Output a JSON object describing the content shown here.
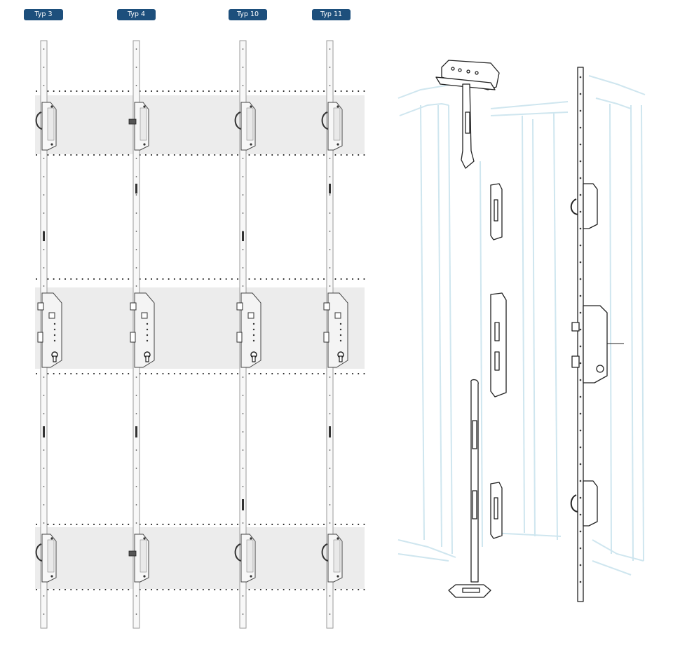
{
  "types": [
    {
      "label": "Typ 3",
      "latch": "hook"
    },
    {
      "label": "Typ 4",
      "latch": "bolt"
    },
    {
      "label": "Typ 10",
      "latch": "hook"
    },
    {
      "label": "Typ 11",
      "latch": "hook"
    }
  ],
  "colors": {
    "badge": "#1d4f7c",
    "band": "#ececec",
    "dots": "#1a1a1a",
    "line_art": "#222222",
    "frame_tint": "#cfe6ef"
  }
}
